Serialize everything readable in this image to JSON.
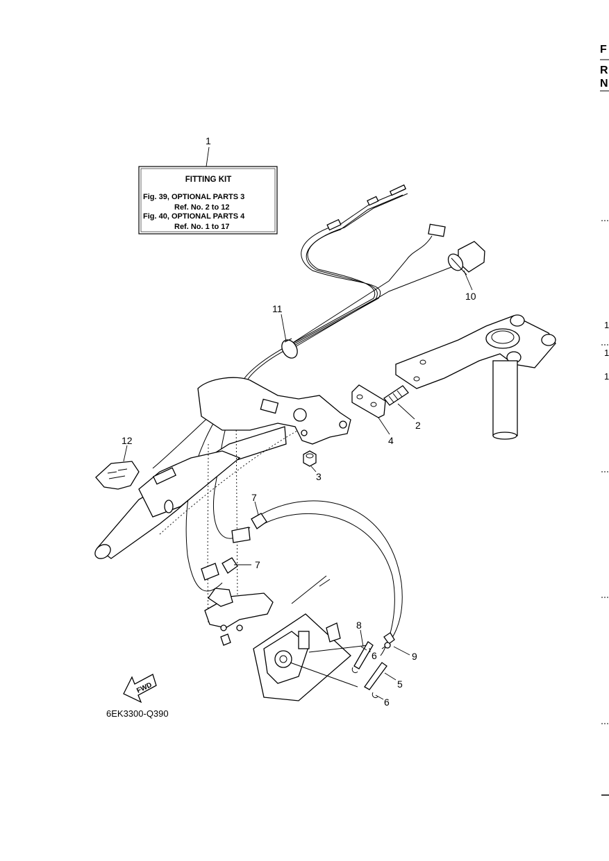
{
  "figure_code": "6EK3300-Q390",
  "fitting_kit": {
    "title": "FITTING KIT",
    "lines": [
      "Fig. 39, OPTIONAL PARTS 3",
      "Ref. No. 2 to 12",
      "Fig. 40, OPTIONAL PARTS 4",
      "Ref. No. 1 to 17"
    ]
  },
  "fwd_label": "FWD",
  "callouts": {
    "c1": "1",
    "c2": "2",
    "c3": "3",
    "c4": "4",
    "c5": "5",
    "c6a": "6",
    "c6b": "6",
    "c7a": "7",
    "c7b": "7",
    "c8": "8",
    "c9": "9",
    "c10": "10",
    "c11": "11",
    "c12": "12"
  },
  "page_edge_letters": [
    "F",
    "R",
    "N"
  ],
  "page_edge_digits": [
    "1",
    "1",
    "1"
  ]
}
